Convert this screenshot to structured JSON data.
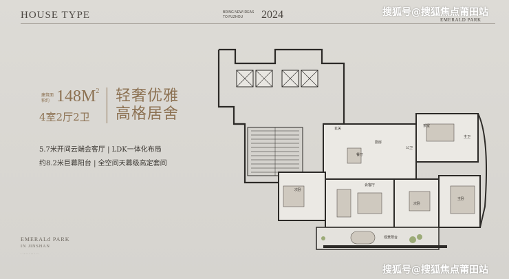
{
  "header": {
    "title": "HOUSE TYPE",
    "tagline": "BRING NEW IDEAS TO FUZHOU",
    "year": "2024",
    "brand": "EMERALD PARK"
  },
  "watermark": {
    "top": "搜狐号@搜狐焦点莆田站",
    "bottom": "搜狐号@搜狐焦点莆田站"
  },
  "unit": {
    "area_label": "建筑面积约",
    "area_value": "148M",
    "area_sup": "2",
    "rooms": "4室2厅2卫",
    "headline_1": "轻奢优雅",
    "headline_2": "高格居舍"
  },
  "features": [
    "5.7米开间云端会客厅 | LDK一体化布局",
    "约8.2米巨幕阳台 | 全空间天幕级高定套间"
  ],
  "logo": {
    "name": "EMERALd PARK",
    "sub": "IN JINSHAN",
    "foot": "· · · · · · · · · · ·"
  },
  "plan_labels": {
    "entry": "玄关",
    "kitchen": "厨房",
    "dining": "餐厅",
    "lounge": "会客厅",
    "bedroom_a": "次卧",
    "bedroom_b": "次卧",
    "master": "主卧",
    "tea": "茶室",
    "bath_public": "公卫",
    "bath_master": "主卫",
    "balcony": "观景阳台"
  }
}
